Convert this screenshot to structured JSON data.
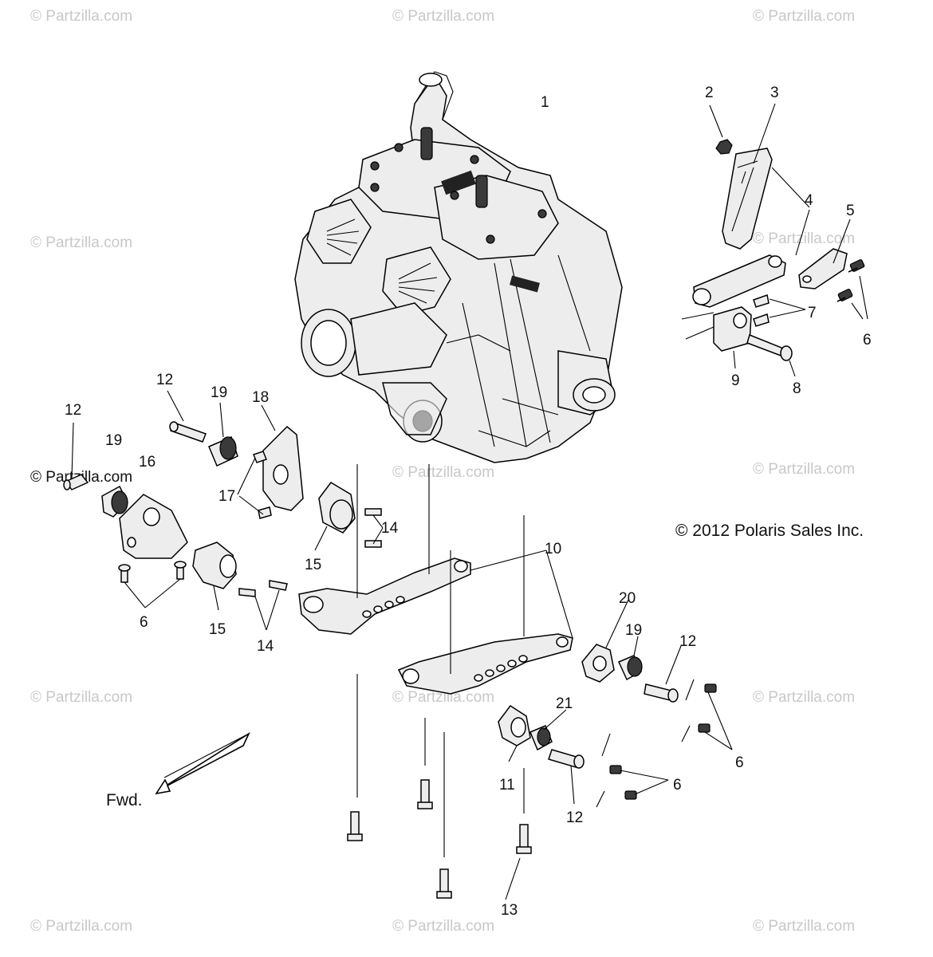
{
  "watermark": "© Partzilla.com",
  "copyright": "© 2012 Polaris Sales Inc.",
  "direction_label": "Fwd.",
  "callouts": {
    "c1": "1",
    "c2": "2",
    "c3": "3",
    "c4": "4",
    "c5": "5",
    "c6a": "6",
    "c6b": "6",
    "c6c": "6",
    "c6d": "6",
    "c7": "7",
    "c8": "8",
    "c9": "9",
    "c10": "10",
    "c11": "11",
    "c12a": "12",
    "c12b": "12",
    "c12c": "12",
    "c12d": "12",
    "c13": "13",
    "c14a": "14",
    "c14b": "14",
    "c15a": "15",
    "c15b": "15",
    "c16": "16",
    "c17": "17",
    "c18": "18",
    "c19a": "19",
    "c19b": "19",
    "c19c": "19",
    "c20": "20",
    "c21": "21"
  }
}
